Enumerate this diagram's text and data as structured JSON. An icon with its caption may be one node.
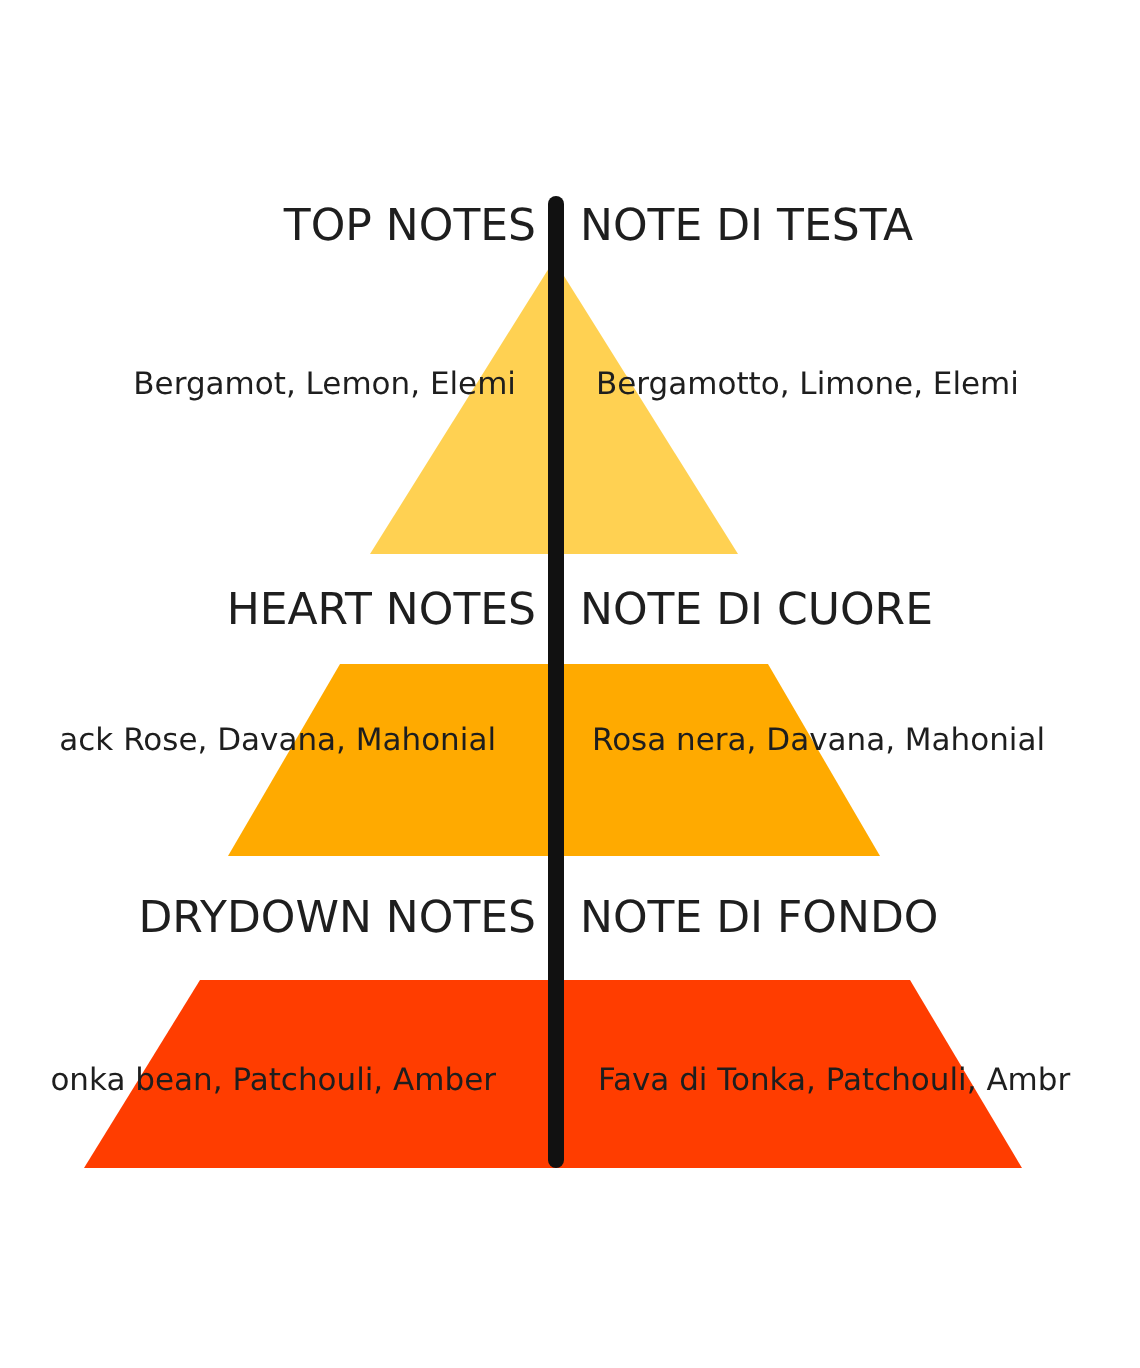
{
  "diagram": {
    "nodes": [
      {
        "text": [
          "TOP NOTES",
          "NOTE DI TESTA",
          "Bergamot, Lemon, Elemi",
          "Bergamotto, Limone, Elemi"
        ]
      },
      {
        "text": [
          "HEART NOTES",
          "NOTE DI CUORE",
          "ack Rose, Davana, Mahonial",
          "Rosa nera, Davana, Mahonial"
        ]
      },
      {
        "text": [
          "DRYDOWN NOTES",
          "NOTE DI FONDO",
          "onka bean, Patchouli, Amber",
          "Fava di Tonka, Patchouli, Ambr"
        ]
      }
    ]
  }
}
